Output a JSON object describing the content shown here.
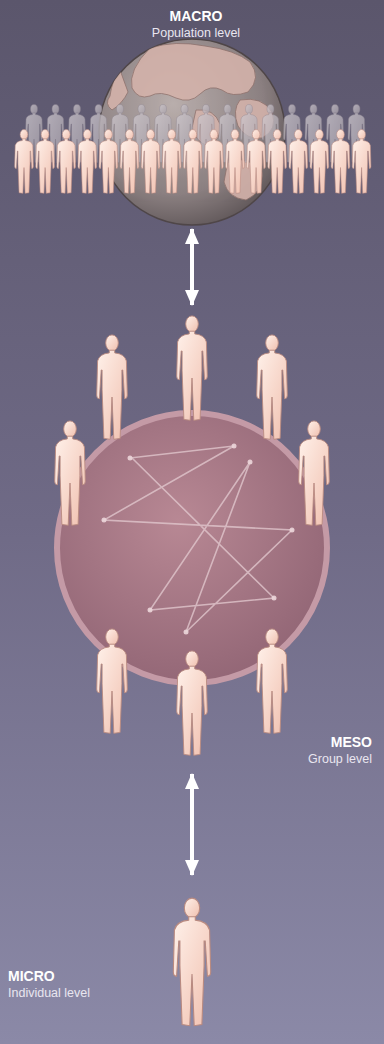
{
  "diagram": {
    "nodes": [
      {
        "text": [
          "MACRO",
          "Population level"
        ]
      },
      {
        "text": [
          "MESO",
          "Group level"
        ]
      },
      {
        "text": [
          "MICRO",
          "Individual level"
        ]
      }
    ],
    "edges": [
      {
        "from": 0,
        "to": 1,
        "arrow": "both"
      },
      {
        "from": 1,
        "to": 2,
        "arrow": "both"
      }
    ]
  }
}
